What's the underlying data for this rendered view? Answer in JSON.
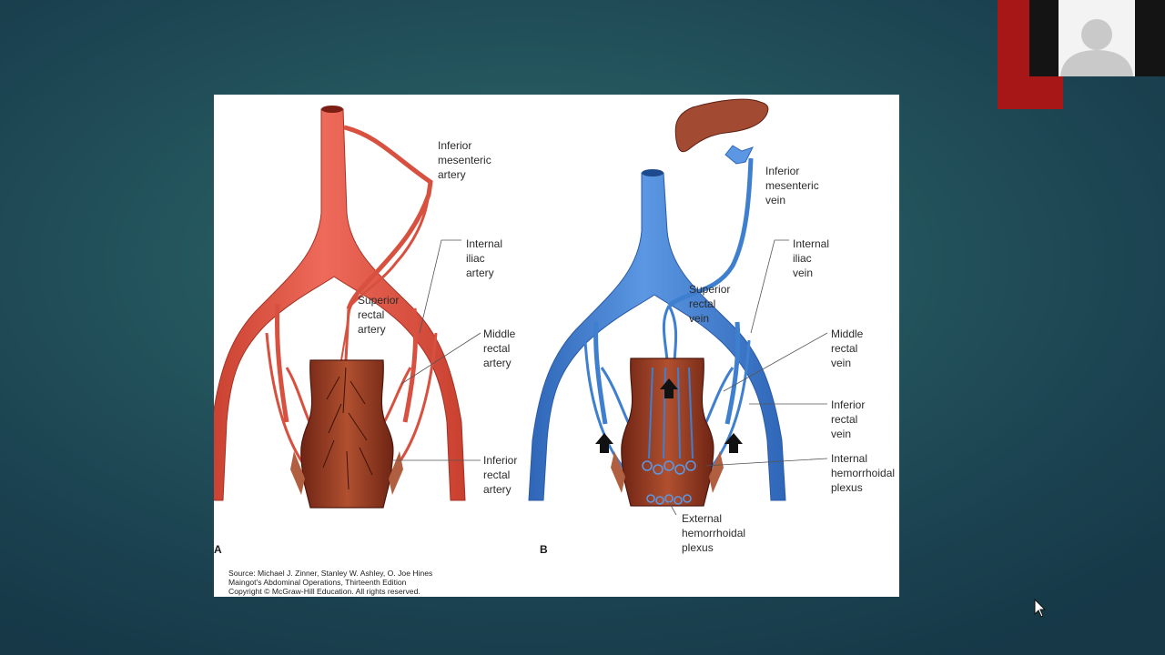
{
  "figure": {
    "panel_a": "A",
    "panel_b": "B",
    "arteries": {
      "inferior_mesenteric": [
        "Inferior",
        "mesenteric",
        "artery"
      ],
      "internal_iliac": [
        "Internal",
        "iliac",
        "artery"
      ],
      "superior_rectal": [
        "Superior",
        "rectal",
        "artery"
      ],
      "middle_rectal": [
        "Middle",
        "rectal",
        "artery"
      ],
      "inferior_rectal": [
        "Inferior",
        "rectal",
        "artery"
      ]
    },
    "veins": {
      "inferior_mesenteric": [
        "Inferior",
        "mesenteric",
        "vein"
      ],
      "internal_iliac": [
        "Internal",
        "iliac",
        "vein"
      ],
      "superior_rectal": [
        "Superior",
        "rectal",
        "vein"
      ],
      "middle_rectal": [
        "Middle",
        "rectal",
        "vein"
      ],
      "inferior_rectal": [
        "Inferior",
        "rectal",
        "vein"
      ],
      "internal_plexus": [
        "Internal",
        "hemorrhoidal",
        "plexus"
      ],
      "external_plexus": [
        "External",
        "hemorrhoidal",
        "plexus"
      ]
    },
    "source": [
      "Source: Michael J. Zinner, Stanley W. Ashley, O. Joe Hines",
      "Maingot's Abdominal Operations, Thirteenth Edition",
      "Copyright © McGraw-Hill Education. All rights reserved."
    ]
  },
  "colors": {
    "artery": "#e2574a",
    "vein": "#3f7fd0",
    "rectum": "#9a3a22",
    "liver": "#a34a32",
    "accent_red": "#a81717"
  },
  "icons": {
    "webcam": "person-avatar-icon",
    "cursor": "mouse-pointer-icon",
    "flow_arrow": "up-arrow-icon"
  }
}
